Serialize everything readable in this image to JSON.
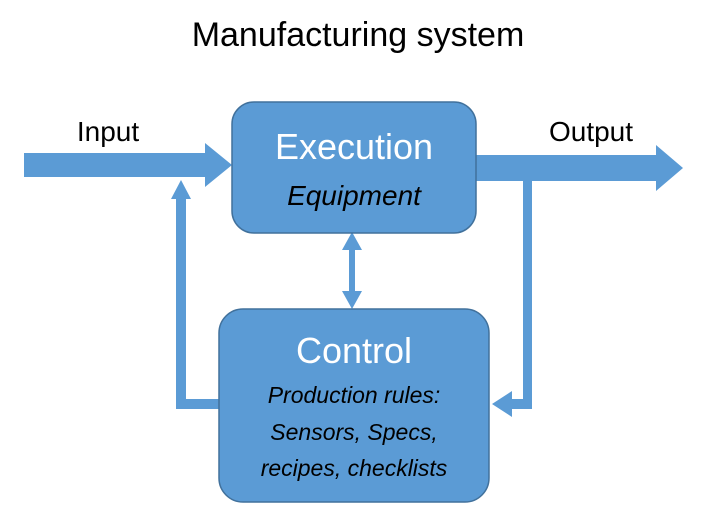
{
  "title": "Manufacturing system",
  "input_label": "Input",
  "output_label": "Output",
  "execution": {
    "heading": "Execution",
    "subheading": "Equipment"
  },
  "control": {
    "heading": "Control",
    "lines": [
      "Production rules:",
      "Sensors, Specs,",
      "recipes, checklists"
    ]
  },
  "colors": {
    "box_fill": "#5b9bd5",
    "box_stroke": "#41719c",
    "arrow": "#5b9bd5",
    "heading_text": "#ffffff",
    "body_text": "#000000"
  }
}
